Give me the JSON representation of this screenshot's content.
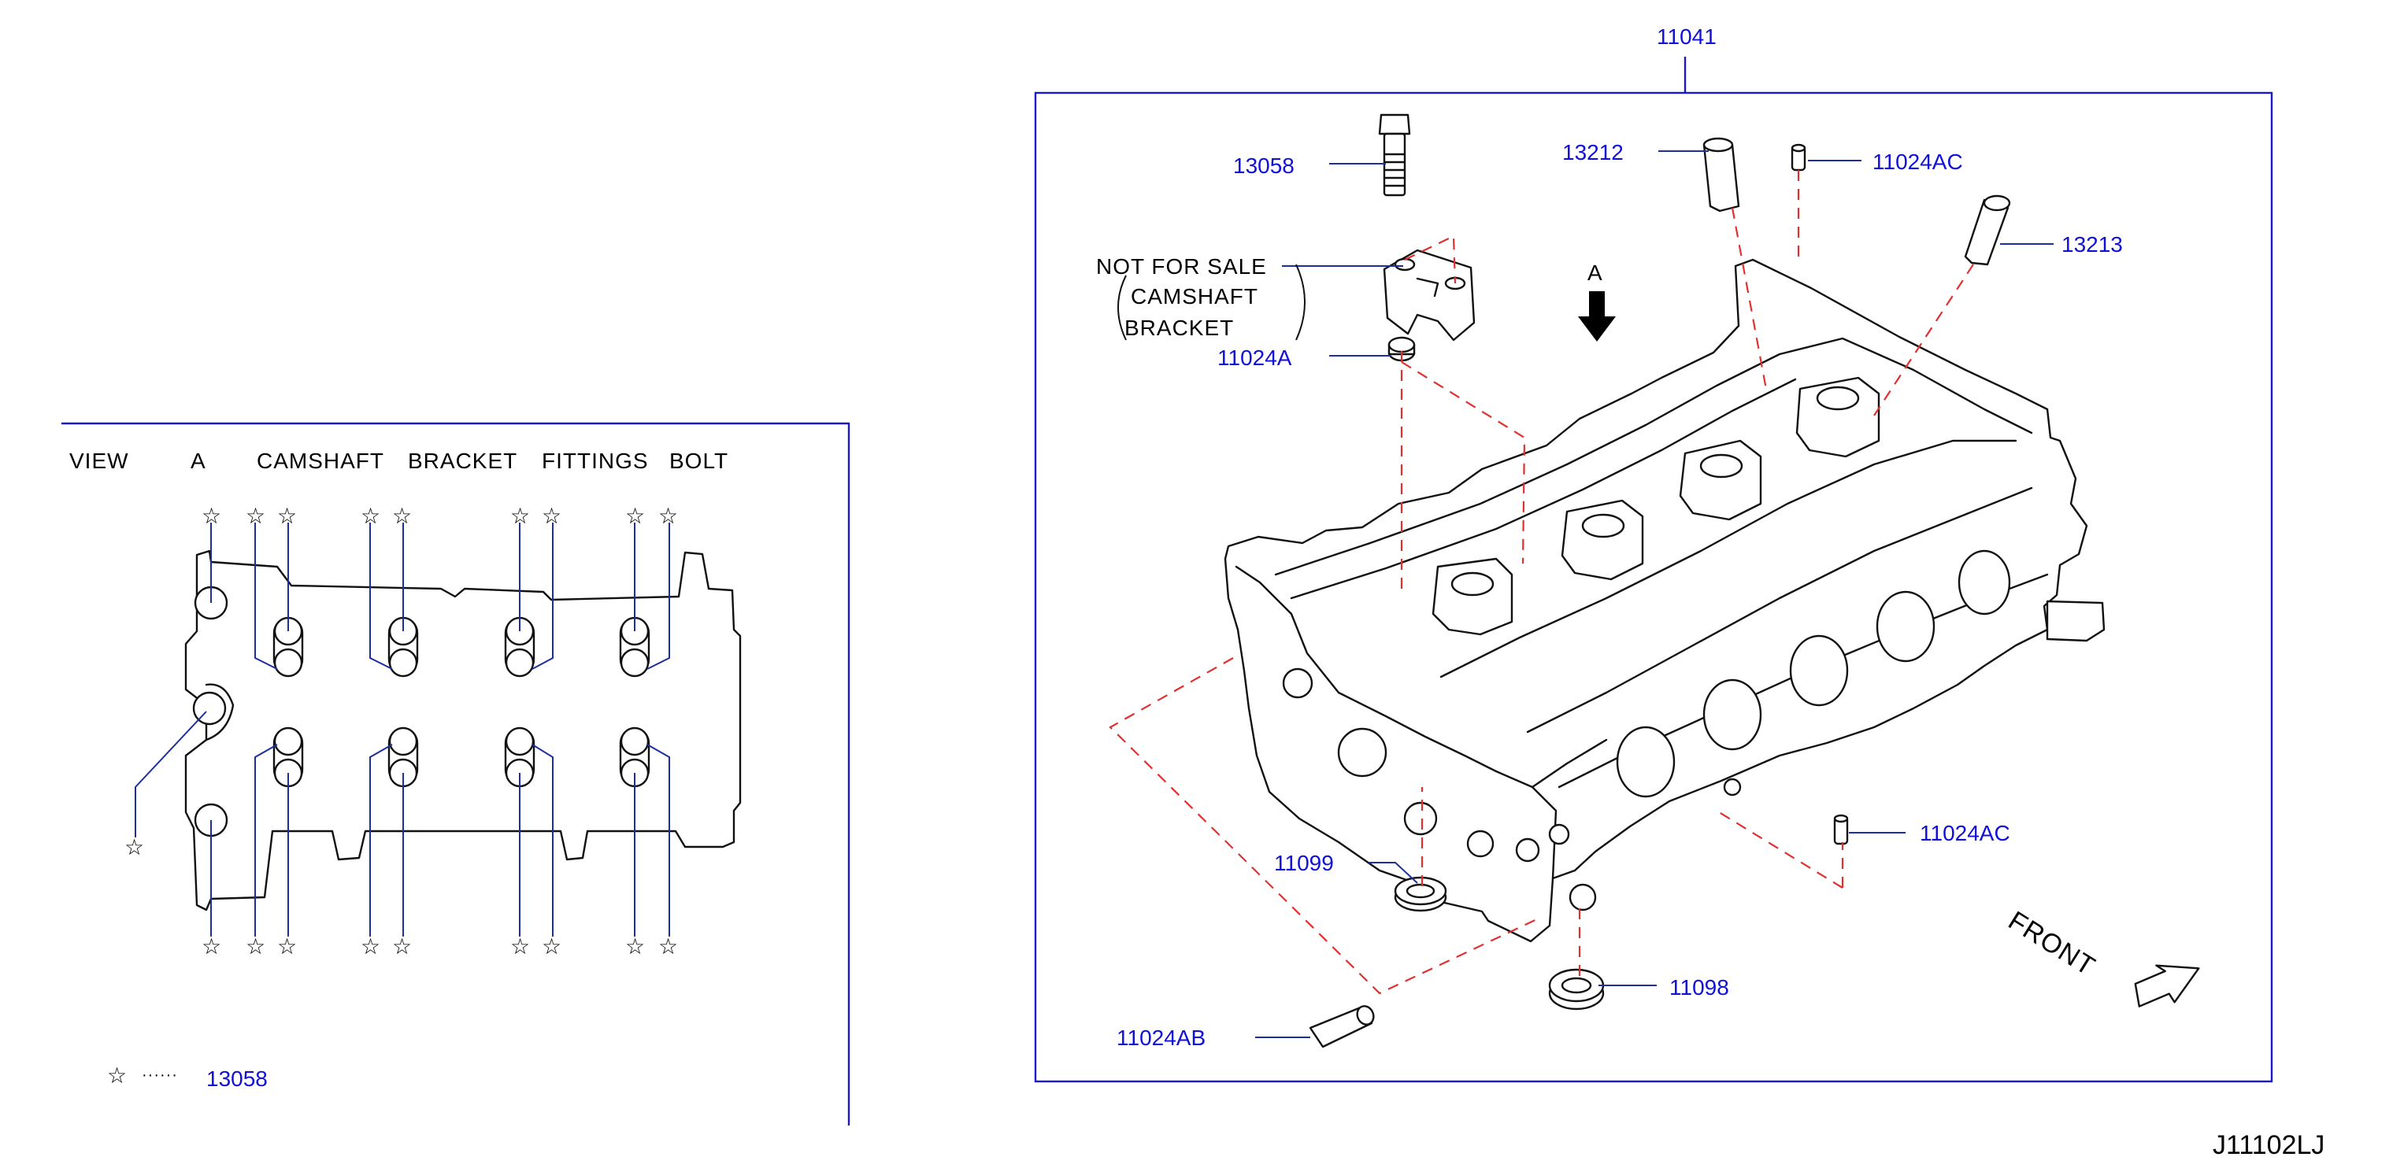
{
  "colors": {
    "part_number": "#1010d8",
    "frame": "#1a1acc",
    "leader": "#1d2fa0",
    "dashed_line": "#e03030",
    "ink": "#111111"
  },
  "main_view": {
    "assembly_number": "11041",
    "parts": {
      "p13058_top": "13058",
      "p13212": "13212",
      "p11024AC_top": "11024AC",
      "p13213": "13213",
      "p11024A": "11024A",
      "p11099": "11099",
      "p11024AC_right": "11024AC",
      "p11098": "11098",
      "p11024AB": "11024AB"
    },
    "note_lines": [
      "NOT  FOR  SALE",
      "CAMSHAFT",
      "BRACKET"
    ],
    "view_arrow_label": "A",
    "front_label": "FRONT"
  },
  "view_a": {
    "title_words": [
      "VIEW",
      "A",
      "CAMSHAFT",
      "BRACKET",
      "FITTINGS",
      "BOLT"
    ],
    "star_glyph": "☆",
    "legend_dots": "······",
    "legend_part": "13058"
  },
  "doc_code": "J11102LJ"
}
